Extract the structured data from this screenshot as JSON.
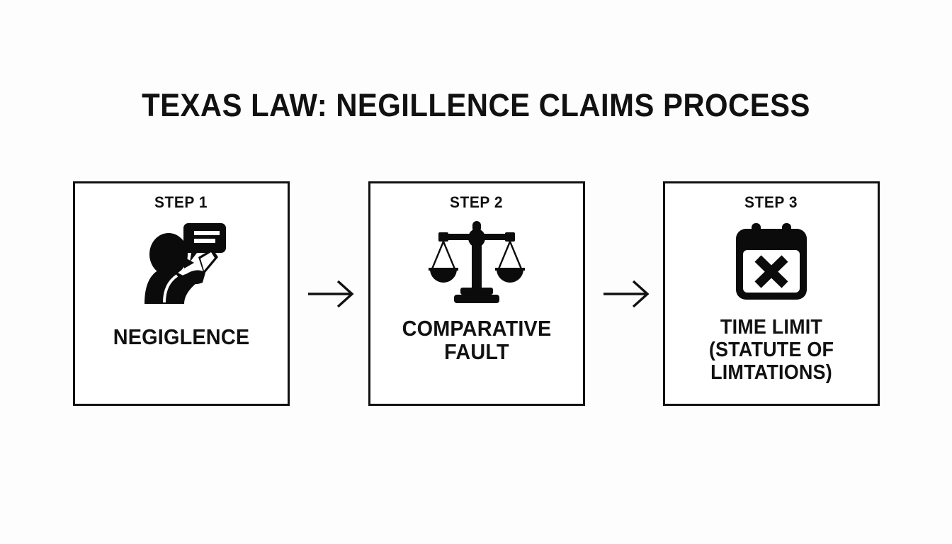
{
  "page": {
    "title": "TEXAS LAW: NEGILLENCE CLAIMS PROCESS",
    "background_color": "#fdfdfe",
    "ink_color": "#111111"
  },
  "flow": {
    "arrow_glyph": "→",
    "arrow_1_name": "arrow-step1-to-step2",
    "arrow_2_name": "arrow-step2-to-step3",
    "steps": [
      {
        "header": "STEP 1",
        "label": "NEGIGLENCE",
        "icon": "person-with-phone-and-speech-bubble-icon"
      },
      {
        "header": "STEP 2",
        "label": "COMPARATIVE FAULT",
        "icon": "balance-scales-icon"
      },
      {
        "header": "STEP 3",
        "label": "TIME LIMIT (STATUTE OF LIMTATIONS)",
        "label_lines": [
          "TIME LIMIT",
          "(STATUTE OF",
          "LIMTATIONS)"
        ],
        "icon": "calendar-with-x-icon"
      }
    ]
  }
}
